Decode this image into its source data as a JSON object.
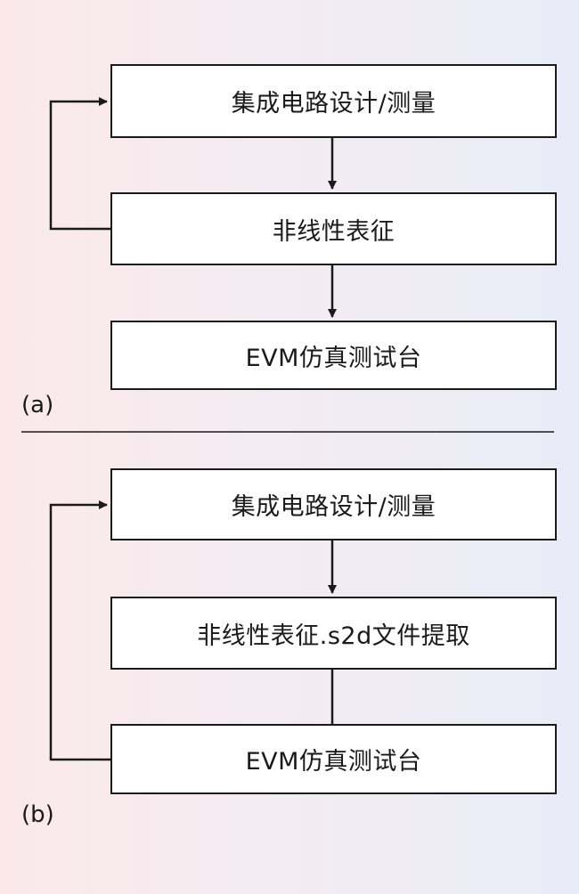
{
  "panel_a": {
    "label": "(a)",
    "box1": "集成电路设计/测量",
    "box2": "非线性表征",
    "box3": "EVM仿真测试台"
  },
  "panel_b": {
    "label": "(b)",
    "box1": "集成电路设计/测量",
    "box2": "非线性表征.s2d文件提取",
    "box3": "EVM仿真测试台"
  },
  "colors": {
    "line": "#1a1a1a",
    "box_fill": "#ffffff",
    "bg_left": "#fbe9ea",
    "bg_right": "#e8ecf7"
  }
}
